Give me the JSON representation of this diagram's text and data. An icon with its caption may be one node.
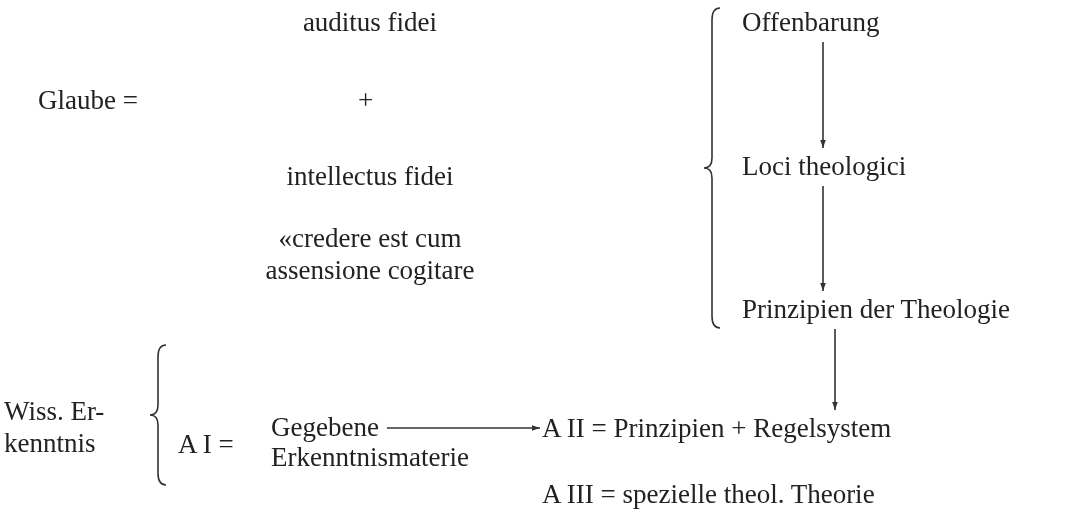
{
  "diagram": {
    "nodes": [
      {
        "text": [
          "Offenbarung"
        ]
      },
      {
        "text": [
          "Loci theologici"
        ]
      },
      {
        "text": [
          "Prinzipien der Theologie"
        ]
      },
      {
        "text": [
          "Gegebene Erkenntnismaterie"
        ]
      },
      {
        "text": [
          "A II = Prinzipien + Regelsystem"
        ]
      }
    ],
    "edges": [
      {
        "from": 0,
        "to": 1,
        "arrow": "to"
      },
      {
        "from": 1,
        "to": 2,
        "arrow": "to"
      },
      {
        "from": 2,
        "to": 4,
        "arrow": "to"
      },
      {
        "from": 3,
        "to": 4,
        "arrow": "to"
      }
    ],
    "labels": [
      "auditus fidei",
      "Glaube =",
      "+",
      "intellectus fidei",
      "«credere est cum assensione cogitare",
      "Wiss. Er- kenntnis",
      "A I =",
      "A III = spezielle theol. Theorie"
    ]
  }
}
